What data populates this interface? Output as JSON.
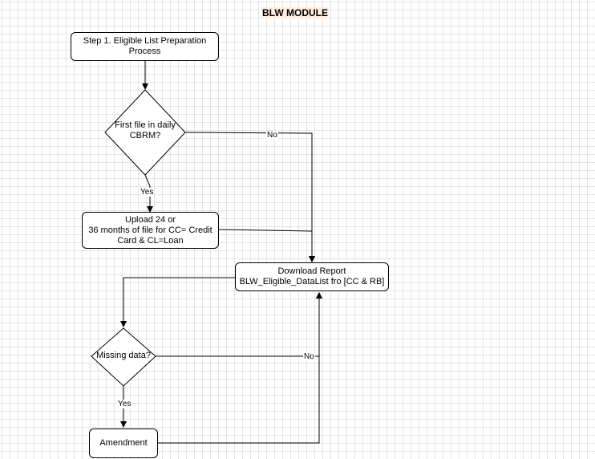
{
  "title": "BLW MODULE",
  "nodes": {
    "step1": "Step 1. Eligible List Preparation\nProcess",
    "first_file": "First file in daily\nCBRM?",
    "upload": "Upload 24 or\n36 months of file for CC= Credit\nCard & CL=Loan",
    "download": "Download Report\nBLW_Eligible_DataList fro  [CC & RB]",
    "missing": "Missing data?",
    "amendment": "Amendment"
  },
  "edges": {
    "yes_label": "Yes",
    "no_label": "No"
  }
}
